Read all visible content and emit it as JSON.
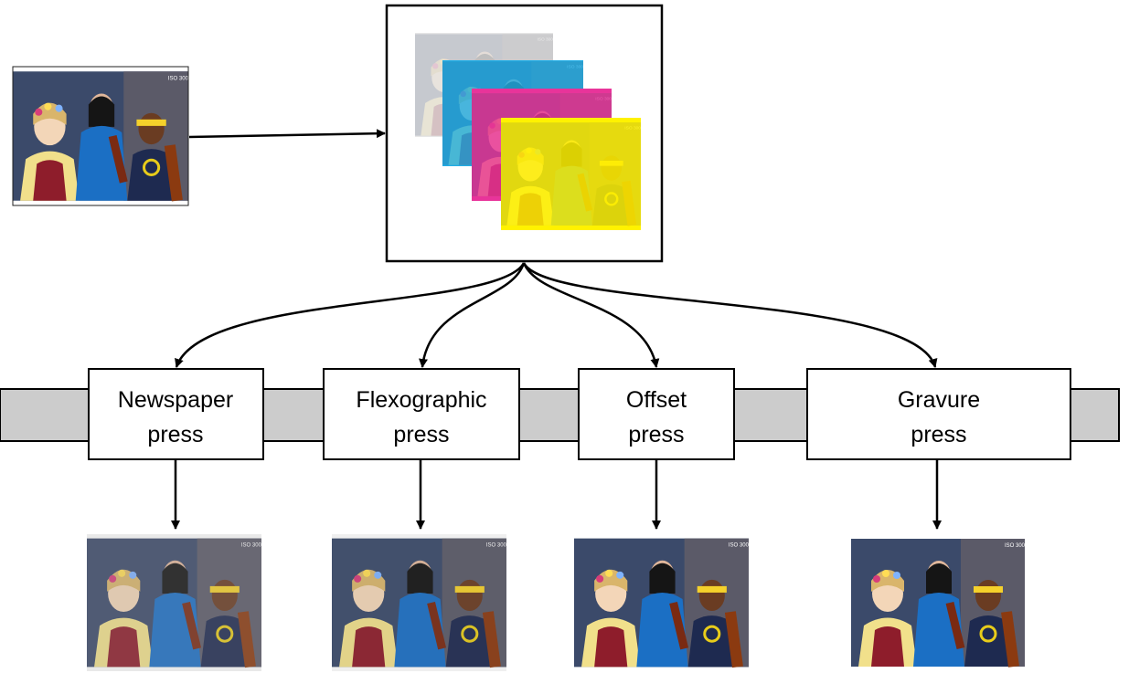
{
  "presses": [
    {
      "label_line1": "Newspaper",
      "label_line2": "press"
    },
    {
      "label_line1": "Flexographic",
      "label_line2": "press"
    },
    {
      "label_line1": "Offset",
      "label_line2": "press"
    },
    {
      "label_line1": "Gravure",
      "label_line2": "press"
    }
  ],
  "separations": [
    "black",
    "cyan",
    "magenta",
    "yellow"
  ],
  "photo_caption_text": "ISO 300",
  "colors": {
    "belt_fill": "#cccccc",
    "cyan": "#22aee6",
    "magenta": "#e8349a",
    "yellow": "#fff200",
    "black_plate": "#e6e6e6"
  }
}
